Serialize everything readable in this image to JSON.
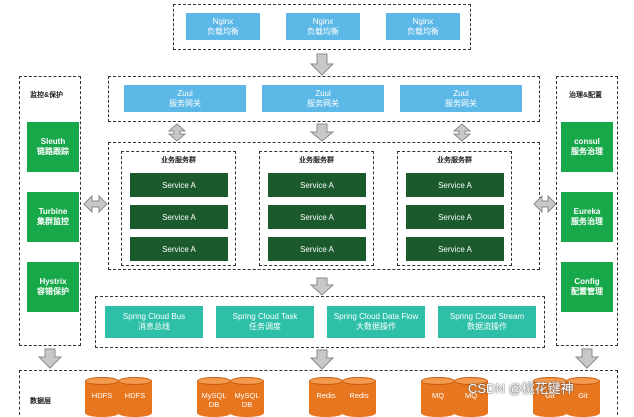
{
  "nginx": [
    {
      "name": "Nginx",
      "desc": "负载均衡"
    },
    {
      "name": "Nginx",
      "desc": "负载均衡"
    },
    {
      "name": "Nginx",
      "desc": "负载均衡"
    }
  ],
  "zuul": [
    {
      "name": "Zuul",
      "desc": "服务网关"
    },
    {
      "name": "Zuul",
      "desc": "服务网关"
    },
    {
      "name": "Zuul",
      "desc": "服务网关"
    }
  ],
  "left": {
    "title": "监控&保护",
    "items": [
      {
        "name": "Sleuth",
        "desc": "链路跟踪"
      },
      {
        "name": "Turbine",
        "desc": "集群监控"
      },
      {
        "name": "Hystrix",
        "desc": "容错保护"
      }
    ]
  },
  "right": {
    "title": "治理&配置",
    "items": [
      {
        "name": "consul",
        "desc": "服务治理"
      },
      {
        "name": "Eureka",
        "desc": "服务治理"
      },
      {
        "name": "Config",
        "desc": "配置管理"
      }
    ]
  },
  "groups": [
    {
      "title": "业务服务群",
      "services": [
        "Service A",
        "Service A",
        "Service A"
      ]
    },
    {
      "title": "业务服务群",
      "services": [
        "Service A",
        "Service A",
        "Service A"
      ]
    },
    {
      "title": "业务服务群",
      "services": [
        "Service A",
        "Service A",
        "Service A"
      ]
    }
  ],
  "cloud": [
    {
      "name": "Spring Cloud Bus",
      "desc": "消息总线"
    },
    {
      "name": "Spring Cloud Task",
      "desc": "任务调度"
    },
    {
      "name": "Spring Cloud Data Flow",
      "desc": "大数据操作"
    },
    {
      "name": "Spring Cloud Stream",
      "desc": "数据流操作"
    }
  ],
  "data_layer": {
    "title": "数据层",
    "stores": [
      {
        "line1": "HDFS",
        "line2": ""
      },
      {
        "line1": "HDFS",
        "line2": ""
      },
      {
        "line1": "MySQL",
        "line2": "DB"
      },
      {
        "line1": "MySQL",
        "line2": "DB"
      },
      {
        "line1": "Redis",
        "line2": ""
      },
      {
        "line1": "Redis",
        "line2": ""
      },
      {
        "line1": "MQ",
        "line2": ""
      },
      {
        "line1": "MQ",
        "line2": ""
      },
      {
        "line1": "Git",
        "line2": ""
      },
      {
        "line1": "Git",
        "line2": ""
      }
    ]
  },
  "watermark": "CSDN @桃花键神",
  "colors": {
    "light_blue": "#5cb8e6",
    "green": "#17a84a",
    "dark_green": "#1a5a2d",
    "teal": "#2dbfa8",
    "orange": "#e8761e",
    "arrow_gray": "#c8c8c8"
  }
}
